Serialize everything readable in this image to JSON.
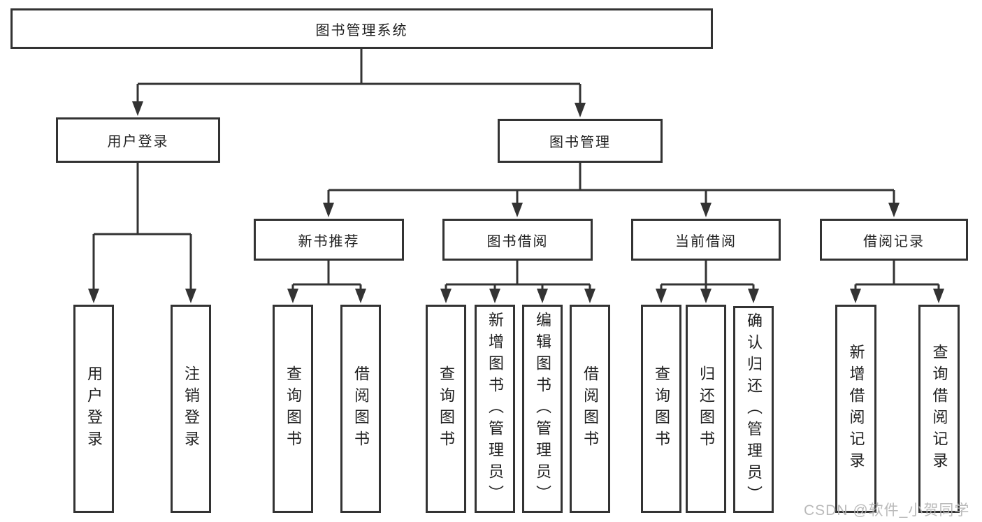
{
  "diagram": {
    "root": {
      "label": "图书管理系统"
    },
    "level2": [
      {
        "label": "用户登录"
      },
      {
        "label": "图书管理"
      }
    ],
    "level3": [
      {
        "label": "新书推荐"
      },
      {
        "label": "图书借阅"
      },
      {
        "label": "当前借阅"
      },
      {
        "label": "借阅记录"
      }
    ],
    "leaves": {
      "user_login": [
        "用户登录",
        "注销登录"
      ],
      "new_book_rec": [
        "查询图书",
        "借阅图书"
      ],
      "book_borrow": [
        "查询图书",
        "新增图书（管理员）",
        "编辑图书（管理员）",
        "借阅图书"
      ],
      "current_borrow": [
        "查询图书",
        "归还图书",
        "确认归还（管理员）"
      ],
      "borrow_record": [
        "新增借阅记录",
        "查询借阅记录"
      ]
    }
  },
  "watermark": {
    "text": "CSDN @软件_小贺同学"
  },
  "colors": {
    "line": "#333333",
    "text": "#212121",
    "watermark": "#b3b3b3",
    "background": "#ffffff"
  }
}
